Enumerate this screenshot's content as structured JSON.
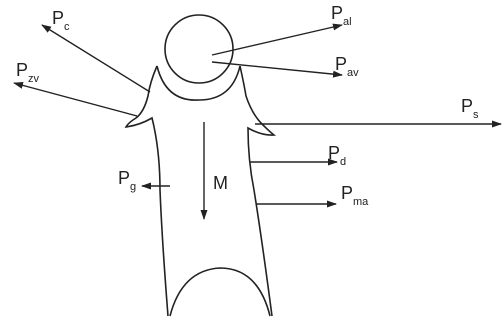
{
  "diagram": {
    "labels": {
      "pc": {
        "main": "P",
        "sub": "c"
      },
      "pzv": {
        "main": "P",
        "sub": "zv"
      },
      "pal": {
        "main": "P",
        "sub": "al"
      },
      "pav": {
        "main": "P",
        "sub": "av"
      },
      "ps": {
        "main": "P",
        "sub": "s"
      },
      "pd": {
        "main": "P",
        "sub": "d"
      },
      "pma": {
        "main": "P",
        "sub": "ma"
      },
      "pg": {
        "main": "P",
        "sub": "g"
      },
      "m": {
        "main": "M"
      }
    },
    "colors": {
      "stroke": "#222222",
      "background": "#ffffff"
    }
  }
}
